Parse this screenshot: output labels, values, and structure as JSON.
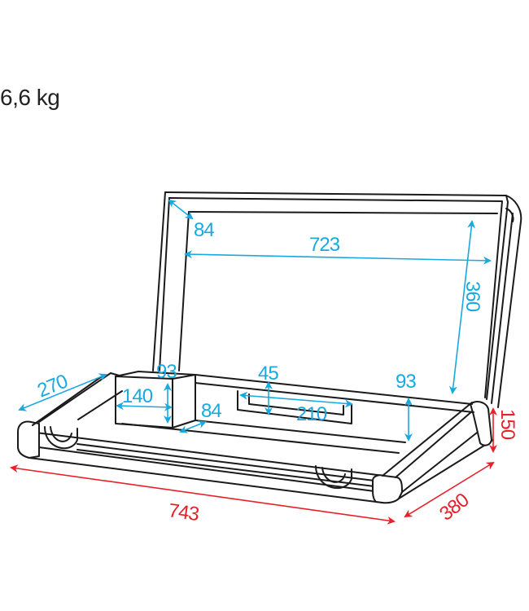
{
  "product": {
    "weight": "6,6 kg"
  },
  "colors": {
    "inner_dimension": "#1aa8e0",
    "outer_dimension": "#e8202a",
    "outline": "#1a1a1a",
    "background": "#ffffff"
  },
  "dimensions": {
    "unit": "mm",
    "inner": {
      "lid_depth": "84",
      "lid_width": "723",
      "lid_height": "360",
      "side_compartment_depth": "270",
      "compartment_height": "93",
      "compartment_width": "140",
      "compartment_gap": "84",
      "slot_depth": "45",
      "slot_width": "210",
      "base_height": "93"
    },
    "outer": {
      "length": "743",
      "depth": "380",
      "height": "150"
    }
  }
}
